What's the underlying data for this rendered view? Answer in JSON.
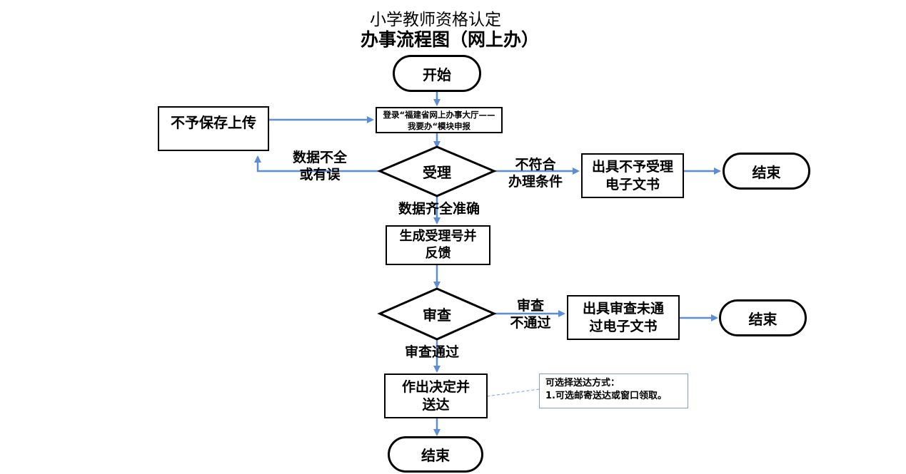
{
  "title": {
    "line1": "小学教师资格认定",
    "line2": "办事流程图（网上办）"
  },
  "nodes": {
    "start": "开始",
    "login": "登录“福建省网上办事大厅——我要办“模块申报",
    "no_save": "不予保存上传",
    "accept": "受理",
    "reject_doc": "出具不予受理电子文书",
    "end1": "结束",
    "gen_number": "生成受理号并反馈",
    "review": "审查",
    "review_fail_doc": "出具审查未通过电子文书",
    "end2": "结束",
    "decide": "作出决定并送达",
    "end3": "结束"
  },
  "labels": {
    "incomplete": "数据不全\n或有误",
    "not_meet": "不符合\n办理条件",
    "complete": "数据齐全准确",
    "review_not_pass": "审查\n不通过",
    "review_pass": "审查通过"
  },
  "note": {
    "text": "可选择送达方式：\n1.可选邮寄送达或窗口领取。"
  },
  "colors": {
    "arrow": "#5b8ed6",
    "border": "#000000",
    "note_border": "#7aa2d6"
  }
}
